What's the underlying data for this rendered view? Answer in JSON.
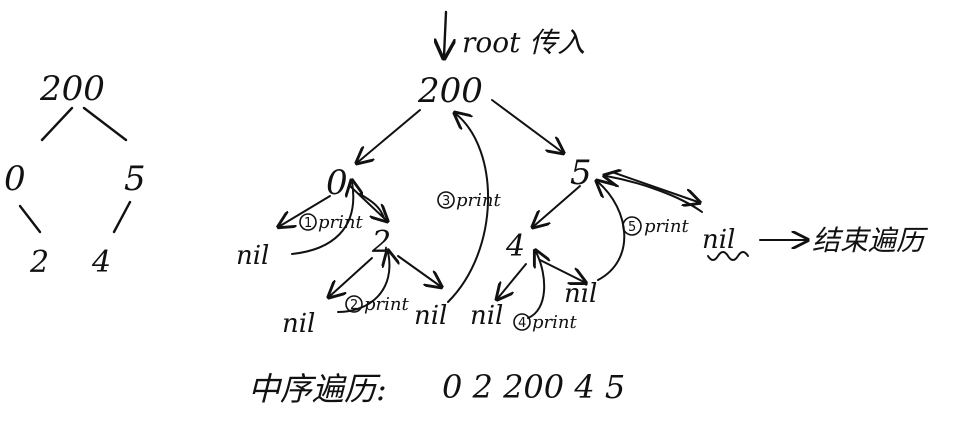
{
  "simple_tree": {
    "root": "200",
    "left": "0",
    "right": "5",
    "left_child": "2",
    "right_child": "4"
  },
  "annotated_tree": {
    "root_hint": "root 传入",
    "root": "200",
    "left": "0",
    "right": "5",
    "left_right": "2",
    "right_left": "4",
    "nil_label": "nil",
    "print_label": "print",
    "steps": [
      "1",
      "2",
      "3",
      "4",
      "5"
    ],
    "end_text": "结束遍历"
  },
  "result": {
    "label": "中序遍历:",
    "sequence": "0 2 200 4 5"
  }
}
